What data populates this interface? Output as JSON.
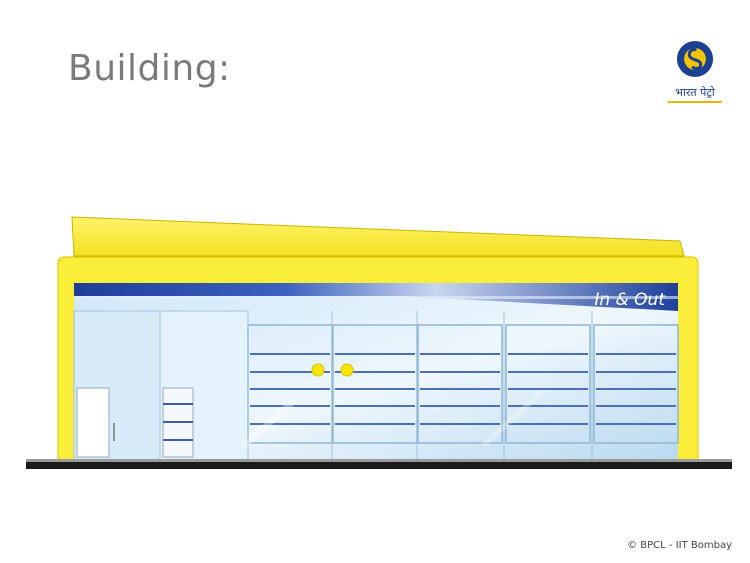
{
  "slide": {
    "title": "Building:"
  },
  "logo": {
    "caption": "भारत पेट्रो"
  },
  "building": {
    "sign_text": "In & Out"
  },
  "footer": {
    "copyright": "© BPCL - IIT Bombay"
  }
}
